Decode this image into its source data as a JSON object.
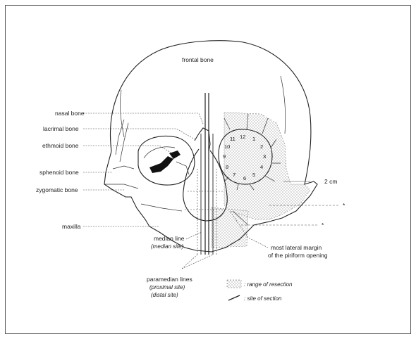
{
  "labels": {
    "frontal_bone": "frontal bone",
    "nasal_bone": "nasal bone",
    "lacrimal_bone": "lacrimal bone",
    "ethmoid_bone": "ethmoid bone",
    "sphenoid_bone": "sphenoid bone",
    "zygomatic_bone": "zygomatic bone",
    "maxilla": "maxilla",
    "median_line": "median line",
    "median_site": "(median site)",
    "paramedian_lines": "paramedian lines",
    "proximal_site": "(proximal site)",
    "distal_site": "(distal site)",
    "lateral_margin_1": "most lateral margin",
    "lateral_margin_2": "of the piriform opening",
    "two_cm": "2 cm",
    "asterisk": "*"
  },
  "legend": {
    "range_of_resection": ": range of resection",
    "site_of_section": ": site of section"
  },
  "clock": [
    "12",
    "1",
    "2",
    "3",
    "4",
    "5",
    "6",
    "7",
    "8",
    "9",
    "10",
    "11"
  ]
}
